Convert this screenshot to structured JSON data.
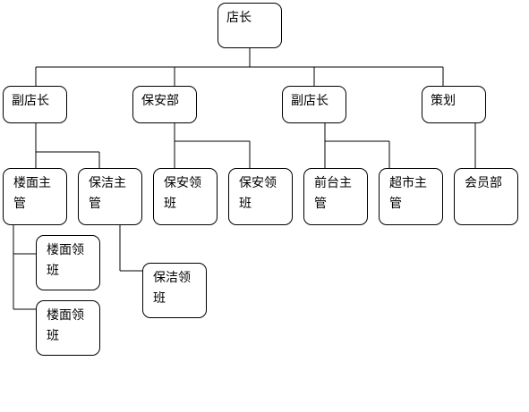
{
  "nodes": {
    "store_manager": "店长",
    "deputy_manager_1": "副店长",
    "security_dept": "保安部",
    "deputy_manager_2": "副店长",
    "planning": "策划",
    "floor_supervisor": "楼面主管",
    "cleaning_supervisor": "保洁主管",
    "security_lead_1": "保安领班",
    "security_lead_2": "保安领班",
    "front_desk_supervisor": "前台主管",
    "supermarket_supervisor": "超市主管",
    "membership_dept": "会员部",
    "floor_lead_1": "楼面领班",
    "floor_lead_2": "楼面领班",
    "cleaning_lead": "保洁领班"
  }
}
